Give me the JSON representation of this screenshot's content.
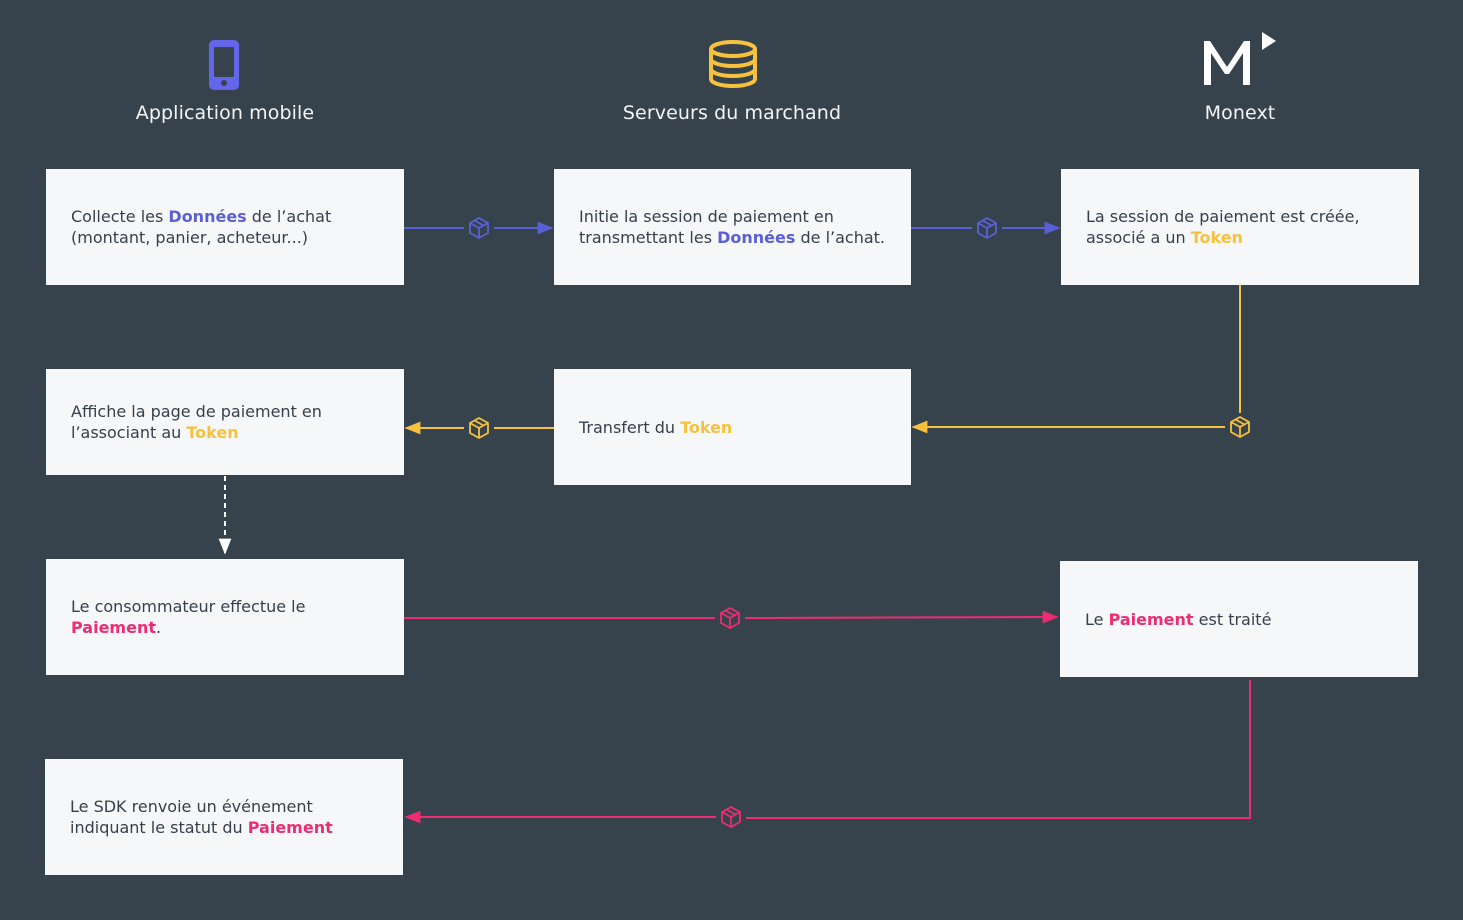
{
  "columns": [
    {
      "label": "Application mobile",
      "icon": "smartphone-icon",
      "color": "#6366e8"
    },
    {
      "label": "Serveurs du marchand",
      "icon": "database-icon",
      "color": "#f6c23e"
    },
    {
      "label": "Monext",
      "icon": "monext-logo",
      "color": "#ffffff"
    }
  ],
  "colors": {
    "background": "#37434c",
    "box": "#f6f7f9",
    "text": "#36404a",
    "data_flow": "#5a5fd6",
    "token_flow": "#f6c23e",
    "payment_flow": "#ee2c73",
    "sdk_flow": "#ffffff"
  },
  "steps": {
    "collect": {
      "a": "Collecte les ",
      "b": "Données",
      "c": " de l’achat",
      "d": "(montant, panier, acheteur...)"
    },
    "initiate": {
      "a": "Initie la session de paiement en",
      "b": "transmettant les ",
      "c": "Données",
      "d": " de l’achat."
    },
    "session": {
      "a": "La session de paiement est créée,",
      "b": "associé a un ",
      "c": "Token"
    },
    "display": {
      "a": "Affiche la page de paiement en",
      "b": "l’associant au ",
      "c": "Token"
    },
    "transfer": {
      "a": "Transfert du ",
      "b": "Token"
    },
    "pay": {
      "a": "Le consommateur effectue le",
      "b": "Paiement",
      "c": "."
    },
    "processed": {
      "a": "Le ",
      "b": "Paiement",
      "c": " est traité"
    },
    "sdk": {
      "a": "Le SDK renvoie un événement",
      "b": "indiquant le statut du ",
      "c": "Paiement"
    }
  },
  "flows": [
    {
      "from": "collect",
      "to": "initiate",
      "type": "data",
      "icon": "package-icon"
    },
    {
      "from": "initiate",
      "to": "session",
      "type": "data",
      "icon": "package-icon"
    },
    {
      "from": "session",
      "to": "transfer",
      "type": "token",
      "icon": "package-icon"
    },
    {
      "from": "transfer",
      "to": "display",
      "type": "token",
      "icon": "package-icon"
    },
    {
      "from": "display",
      "to": "pay",
      "type": "sdk",
      "style": "dashed"
    },
    {
      "from": "pay",
      "to": "processed",
      "type": "payment",
      "icon": "package-icon"
    },
    {
      "from": "processed",
      "to": "sdk",
      "type": "payment",
      "icon": "package-icon"
    }
  ]
}
